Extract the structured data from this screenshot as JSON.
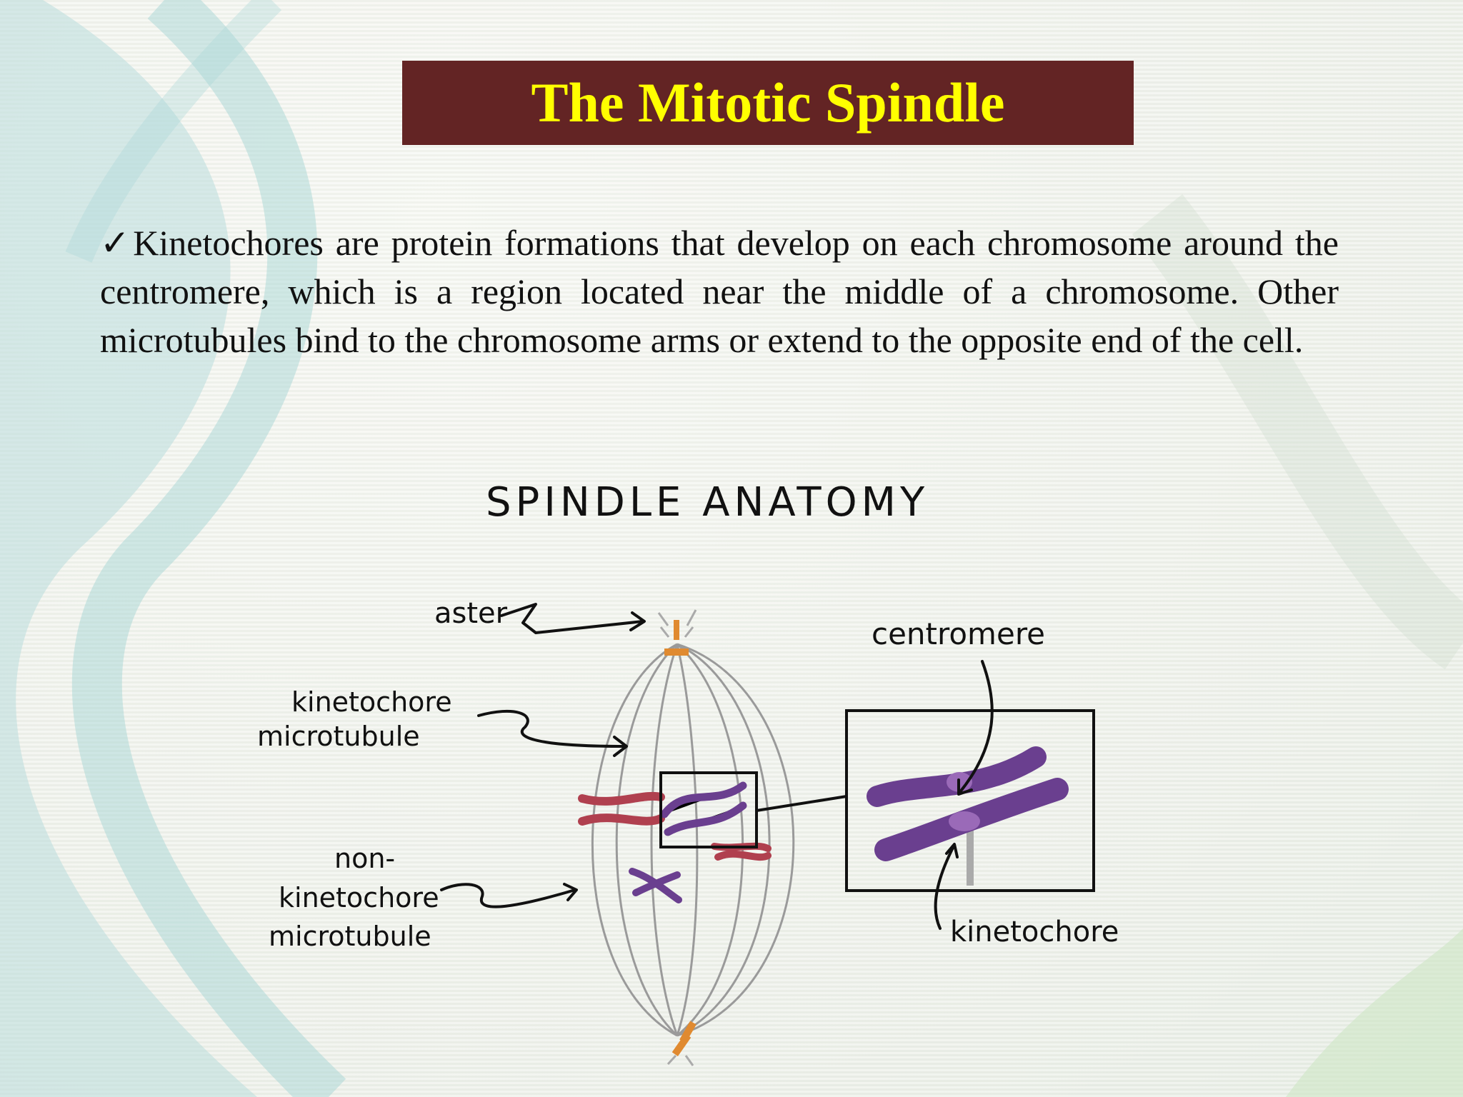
{
  "slide": {
    "title": "The Mitotic Spindle",
    "bullet_mark": "✓",
    "paragraph": "Kinetochores are protein formations that develop on each chromosome around the centromere, which is a region located near the middle of a chromosome. Other microtubules bind to the chromosome arms or extend to the opposite end of the cell."
  },
  "diagram": {
    "heading": "SPINDLE ANATOMY",
    "labels": {
      "aster": "aster",
      "kinetochore_microtubule_1": "kinetochore",
      "kinetochore_microtubule_2": "microtubule",
      "non_kinetochore_1": "non-",
      "non_kinetochore_2": "kinetochore",
      "non_kinetochore_3": "microtubule",
      "centromere": "centromere",
      "kinetochore": "kinetochore"
    }
  },
  "colors": {
    "title_bar": "#632424",
    "title_text": "#ffff00",
    "chromosome_red": "#b0404f",
    "chromosome_purple": "#6a3f8f",
    "aster": "#e08a30",
    "spindle_lines": "#999999"
  }
}
